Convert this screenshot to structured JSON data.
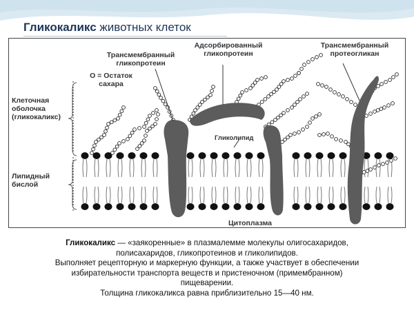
{
  "header": {
    "title_bold": "Гликокаликс",
    "title_rest": " животных клеток"
  },
  "figure": {
    "labels": {
      "tm_glycoprotein": [
        "Трансмембранный",
        "гликопротеин"
      ],
      "adsorbed_glycoprotein": [
        "Адсорбированный",
        "гликопротеин"
      ],
      "tm_proteoglycan": [
        "Трансмембранный",
        "протеогликан"
      ],
      "sugar_residue": [
        "O = Остаток",
        "сахара"
      ],
      "cell_coat": [
        "Клеточная",
        "оболочка",
        "(гликокаликс)"
      ],
      "lipid_bilayer": [
        "Липидный",
        "бислой"
      ],
      "glycolipid": "Гликолипид",
      "cytoplasm": "Цитоплазма"
    }
  },
  "caption": {
    "term": "Гликокаликс",
    "line1_rest": " — «заякоренные» в плазмалемме молекулы олигосахаридов,",
    "line2": "полисахаридов, гликопротеинов и гликолипидов.",
    "line3": "Выполняет рецепторную и маркерную функции, а также участвует в обеспечении",
    "line4": "избирательности транспорта веществ и пристеночном (примембранном)",
    "line5": "пищеварении.",
    "line6": "Толщина гликокаликса равна приблизительно 15—40 нм."
  },
  "colors": {
    "title": "#1f3557",
    "protein": "#5c5c5c",
    "lipid_head": "#111111",
    "header_wave": "#dbe9f2"
  }
}
